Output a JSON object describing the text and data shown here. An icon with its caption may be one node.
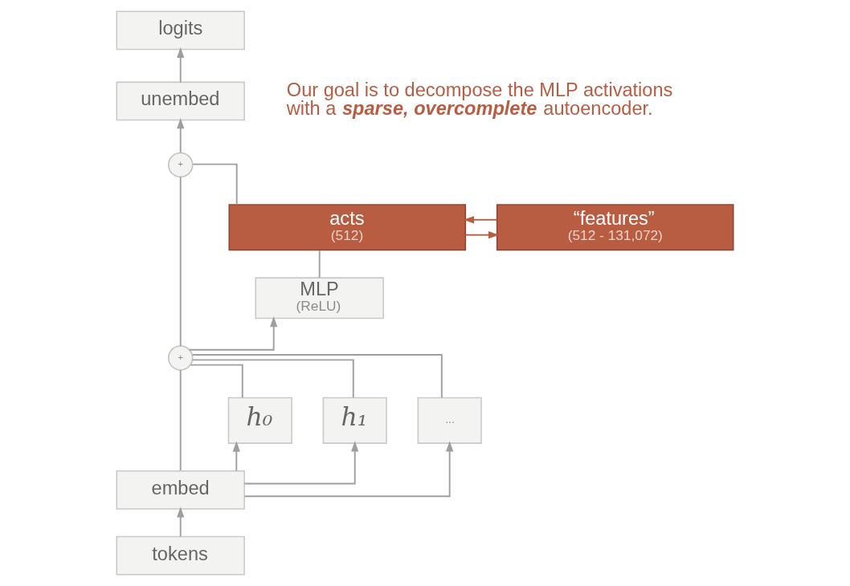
{
  "diagram": {
    "nodes": [
      {
        "text": [
          "logits"
        ]
      },
      {
        "text": [
          "unembed"
        ]
      },
      {
        "text": [
          "+"
        ]
      },
      {
        "text": [
          "acts",
          "(512)"
        ]
      },
      {
        "text": [
          "“features”",
          "(512 - 131,072)"
        ]
      },
      {
        "text": [
          "MLP",
          "(ReLU)"
        ]
      },
      {
        "text": [
          "+"
        ]
      },
      {
        "text": [
          "h₀"
        ]
      },
      {
        "text": [
          "h₁"
        ]
      },
      {
        "text": [
          "..."
        ]
      },
      {
        "text": [
          "embed"
        ]
      },
      {
        "text": [
          "tokens"
        ]
      }
    ],
    "edges": [
      {
        "from": 1,
        "to": 0,
        "arrow": "to"
      },
      {
        "from": 2,
        "to": 1,
        "arrow": "to"
      },
      {
        "from": 3,
        "to": 2,
        "arrow": "none"
      },
      {
        "from": 4,
        "to": 3,
        "arrow": "to",
        "color": "#b85c42"
      },
      {
        "from": 3,
        "to": 4,
        "arrow": "to",
        "color": "#b85c42"
      },
      {
        "from": 5,
        "to": 3,
        "arrow": "none"
      },
      {
        "from": 6,
        "to": 2,
        "arrow": "none"
      },
      {
        "from": 6,
        "to": 5,
        "arrow": "to"
      },
      {
        "from": 7,
        "to": 6,
        "arrow": "none"
      },
      {
        "from": 8,
        "to": 6,
        "arrow": "none"
      },
      {
        "from": 9,
        "to": 6,
        "arrow": "none"
      },
      {
        "from": 10,
        "to": 6,
        "arrow": "none"
      },
      {
        "from": 10,
        "to": 7,
        "arrow": "to"
      },
      {
        "from": 10,
        "to": 8,
        "arrow": "to"
      },
      {
        "from": 10,
        "to": 9,
        "arrow": "to"
      },
      {
        "from": 11,
        "to": 10,
        "arrow": "to"
      }
    ],
    "labels": [
      "Our goal is to decompose the MLP activations with a **sparse, overcomplete** autoencoder."
    ]
  }
}
